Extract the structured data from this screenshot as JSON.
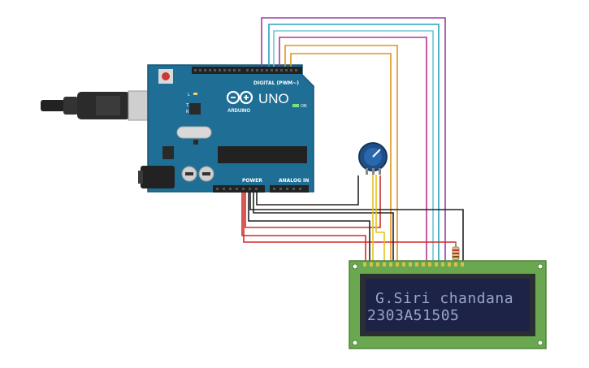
{
  "arduino": {
    "board_name": "UNO",
    "brand": "ARDUINO",
    "digital_label": "DIGITAL (PWM~)",
    "power_label": "POWER",
    "analog_label": "ANALOG IN",
    "on_label": "ON",
    "tx_label": "TX",
    "rx_label": "RX",
    "l_label": "L"
  },
  "lcd": {
    "line1": "G.Siri chandana",
    "line2": "2303A51505"
  },
  "colors": {
    "board": "#1f6e96",
    "lcd_pcb": "#6aa84f",
    "lcd_screen": "#1c2347",
    "wire_purple": "#9b3fa3",
    "wire_teal": "#26a3c2",
    "wire_cyan": "#70c5d8",
    "wire_magenta": "#b2368f",
    "wire_orange": "#e2951a",
    "wire_red": "#d32b2b",
    "wire_black": "#222222",
    "wire_yellow": "#e5c21e"
  }
}
